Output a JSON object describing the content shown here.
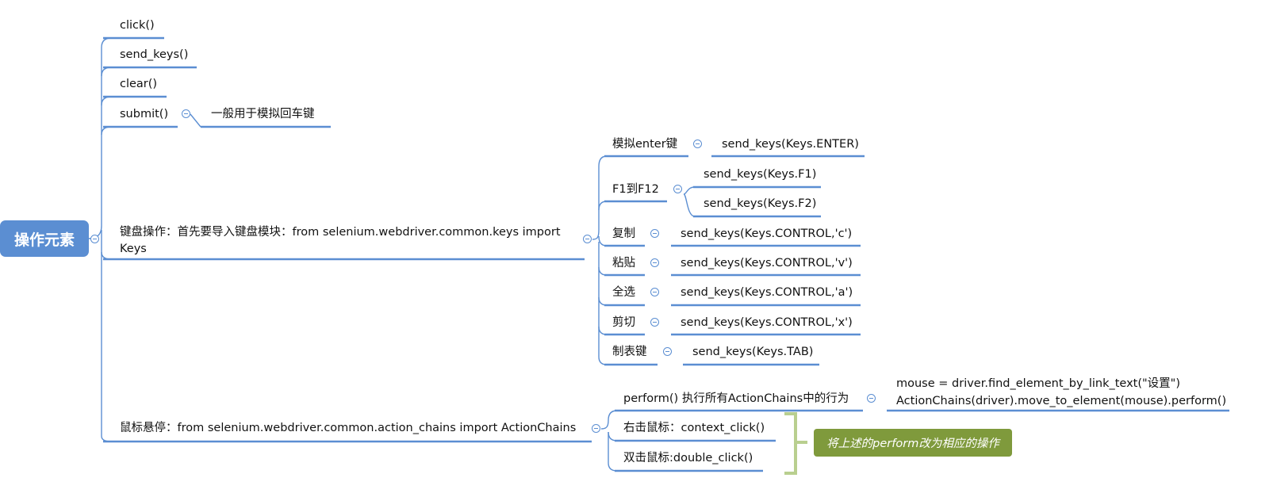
{
  "root": {
    "label": "操作元素"
  },
  "level1": {
    "click": "click()",
    "send_keys": "send_keys()",
    "clear": "clear()",
    "submit": "submit()",
    "keyboard": "键盘操作：首先要导入键盘模块：from selenium.webdriver.common.keys import Keys",
    "mouse": "鼠标悬停：from selenium.webdriver.common.action_chains import ActionChains"
  },
  "submit_child": "一般用于模拟回车键",
  "keyboard_children": {
    "enter": "模拟enter键",
    "enter_child": "send_keys(Keys.ENTER)",
    "f1f12": "F1到F12",
    "f1": "send_keys(Keys.F1)",
    "f2": "send_keys(Keys.F2)",
    "copy": "复制",
    "copy_child": "send_keys(Keys.CONTROL,'c')",
    "paste": "粘贴",
    "paste_child": "send_keys(Keys.CONTROL,'v')",
    "select_all": "全选",
    "select_all_child": "send_keys(Keys.CONTROL,'a')",
    "cut": "剪切",
    "cut_child": "send_keys(Keys.CONTROL,'x')",
    "tab": "制表键",
    "tab_child": "send_keys(Keys.TAB)"
  },
  "mouse_children": {
    "perform": "perform() 执行所有ActionChains中的行为",
    "perform_line1": "mouse = driver.find_element_by_link_text(\"设置\")",
    "perform_line2": "ActionChains(driver).move_to_element(mouse).perform()",
    "right_click": "右击鼠标：context_click()",
    "double_click": "双击鼠标:double_click()"
  },
  "callout": "将上述的perform改为相应的操作",
  "colors": {
    "line": "#5b8ed2",
    "root": "#5b8ed2",
    "callout": "#7f9a3c",
    "bracket": "#b9cf8f"
  }
}
